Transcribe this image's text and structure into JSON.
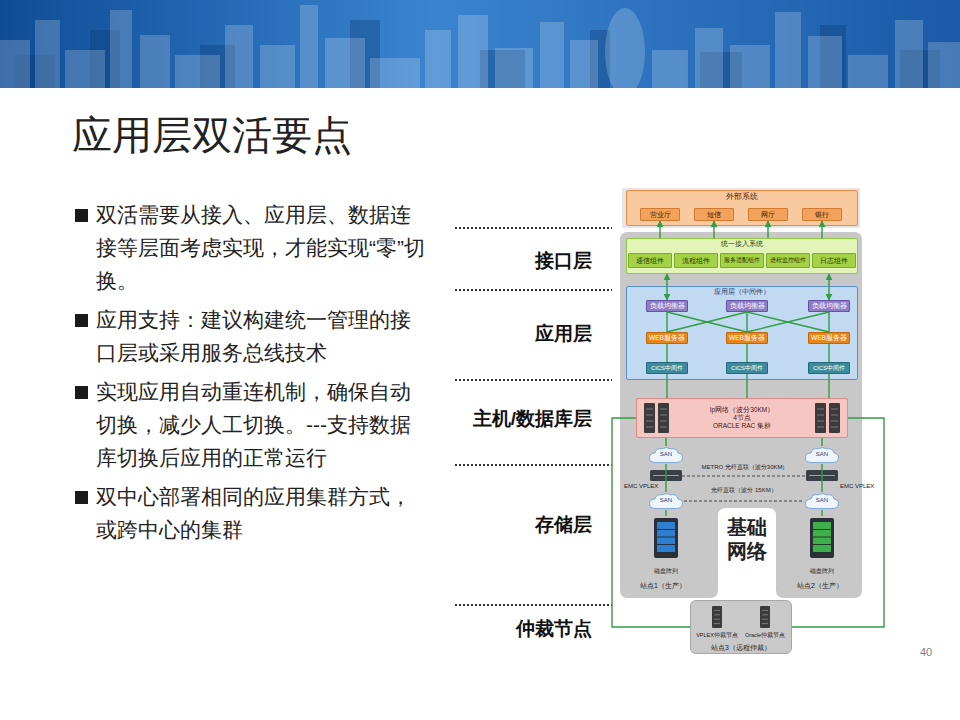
{
  "diagram": {
    "title": "应用层双活要点",
    "nodes": [
      {
        "text": [
          "外部系统"
        ]
      },
      {
        "text": [
          "营业厅"
        ],
        "in": 0
      },
      {
        "text": [
          "短信"
        ],
        "in": 0
      },
      {
        "text": [
          "网厅"
        ],
        "in": 0
      },
      {
        "text": [
          "银行"
        ],
        "in": 0
      },
      {
        "text": [
          "统一接入系统"
        ]
      },
      {
        "text": [
          "通信组件"
        ],
        "in": 5
      },
      {
        "text": [
          "流程组件"
        ],
        "in": 5
      },
      {
        "text": [
          "服务适配组件"
        ],
        "in": 5
      },
      {
        "text": [
          "进程监控组件"
        ],
        "in": 5
      },
      {
        "text": [
          "日志组件"
        ],
        "in": 5
      },
      {
        "text": [
          "应用层（中间件）"
        ]
      },
      {
        "text": [
          "负载均衡器"
        ],
        "in": 11
      },
      {
        "text": [
          "负载均衡器"
        ],
        "in": 11
      },
      {
        "text": [
          "负载均衡器"
        ],
        "in": 11
      },
      {
        "text": [
          "WEB服务器"
        ],
        "in": 11
      },
      {
        "text": [
          "WEB服务器"
        ],
        "in": 11
      },
      {
        "text": [
          "WEB服务器"
        ],
        "in": 11
      },
      {
        "text": [
          "CICS中间件"
        ],
        "in": 11
      },
      {
        "text": [
          "CICS中间件"
        ],
        "in": 11
      },
      {
        "text": [
          "CICS中间件"
        ],
        "in": 11
      },
      {
        "text": [
          "Ip网络（波分30KM）",
          "4节点",
          "ORACLE RAC 集群"
        ]
      },
      {
        "text": [
          "SAN"
        ]
      },
      {
        "text": [
          "SAN"
        ]
      },
      {
        "text": [
          "SAN"
        ]
      },
      {
        "text": [
          "SAN"
        ]
      },
      {
        "text": [
          "磁盘阵列"
        ]
      },
      {
        "text": [
          "磁盘阵列"
        ]
      },
      {
        "text": [
          "站点3（远程仲裁）"
        ]
      },
      {
        "text": [
          "VPLEX仲裁节点"
        ],
        "in": 28
      },
      {
        "text": [
          "Oracle仲裁节点"
        ],
        "in": 28
      }
    ],
    "edges": [
      {
        "from": 5,
        "to": 1,
        "arrow": "to"
      },
      {
        "from": 5,
        "to": 2,
        "arrow": "to"
      },
      {
        "from": 5,
        "to": 3,
        "arrow": "to"
      },
      {
        "from": 5,
        "to": 4,
        "arrow": "to"
      },
      {
        "from": 5,
        "to": 12,
        "arrow": "both"
      },
      {
        "from": 5,
        "to": 14,
        "arrow": "both"
      },
      {
        "from": 12,
        "to": 15,
        "arrow": "none"
      },
      {
        "from": 12,
        "to": 16,
        "arrow": "none"
      },
      {
        "from": 13,
        "to": 15,
        "arrow": "none"
      },
      {
        "from": 13,
        "to": 16,
        "arrow": "none"
      },
      {
        "from": 13,
        "to": 17,
        "arrow": "none"
      },
      {
        "from": 14,
        "to": 16,
        "arrow": "none"
      },
      {
        "from": 14,
        "to": 17,
        "arrow": "none"
      },
      {
        "from": 15,
        "to": 18,
        "arrow": "none"
      },
      {
        "from": 16,
        "to": 19,
        "arrow": "none"
      },
      {
        "from": 17,
        "to": 20,
        "arrow": "none"
      },
      {
        "from": 18,
        "to": 21,
        "arrow": "none"
      },
      {
        "from": 19,
        "to": 21,
        "arrow": "none"
      },
      {
        "from": 20,
        "to": 21,
        "arrow": "none"
      },
      {
        "from": 21,
        "to": 22,
        "arrow": "none"
      },
      {
        "from": 21,
        "to": 23,
        "arrow": "none"
      },
      {
        "from": 22,
        "to": 24,
        "arrow": "none"
      },
      {
        "from": 23,
        "to": 25,
        "arrow": "none"
      },
      {
        "from": 24,
        "to": 26,
        "arrow": "none"
      },
      {
        "from": 25,
        "to": 27,
        "arrow": "none"
      },
      {
        "from": 21,
        "to": 28,
        "arrow": "none"
      },
      {
        "from": 21,
        "to": 28,
        "arrow": "none"
      }
    ],
    "labels": [
      "双活需要从接入、应用层、数据连接等层面考虑实现，才能实现“零”切换。",
      "应用支持：建议构建统一管理的接口层或采用服务总线技术",
      "实现应用自动重连机制，确保自动切换，减少人工切换。---支持数据库切换后应用的正常运行",
      "双中心部署相同的应用集群方式，或跨中心的集群",
      "接口层",
      "应用层",
      "主机/数据库层",
      "存储层",
      "仲裁节点",
      "EMC VPLEX",
      "EMC VPLEX",
      "METRO 光纤直联（波分30KM）",
      "光纤直联（波分 15KM）",
      "基础网络",
      "站点1（生产）",
      "站点2（生产）",
      "40"
    ]
  }
}
